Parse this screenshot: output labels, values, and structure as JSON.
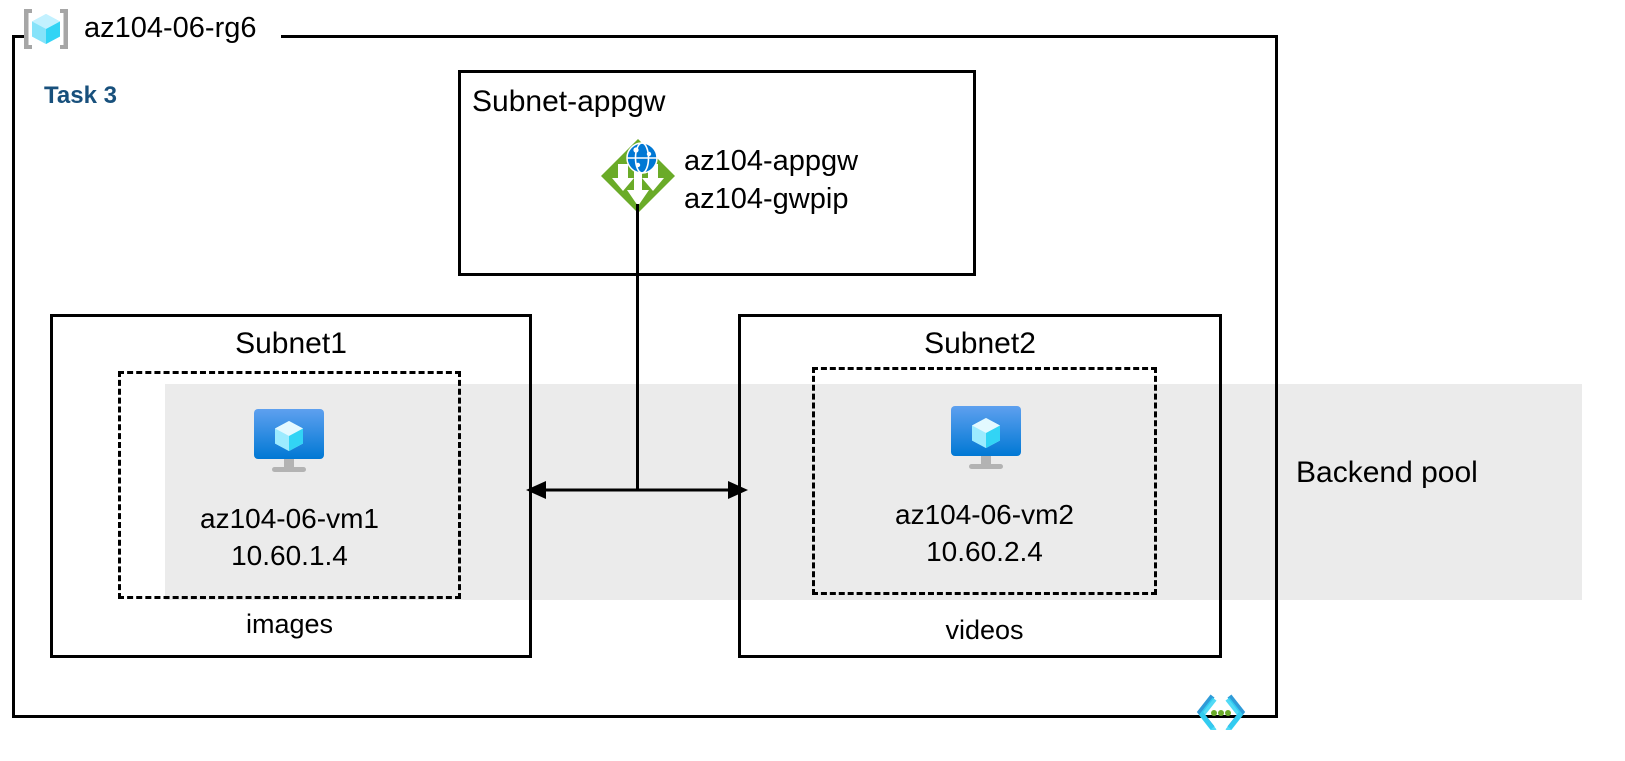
{
  "resource_group": {
    "name": "az104-06-rg6",
    "icon": "resource-group-cube-icon",
    "accent_color": "#50e6ff"
  },
  "task": {
    "label": "Task 3",
    "color": "#18507c"
  },
  "backend_pool": {
    "label": "Backend pool",
    "band_color": "#ebebeb"
  },
  "subnets": [
    {
      "key": "appgw",
      "title": "Subnet-appgw",
      "title_align": "left",
      "resources": [
        {
          "icon": "application-gateway-icon",
          "icon_color": "#59b4d9",
          "diamond_color": "#6aab28",
          "lines": [
            "az104-appgw",
            "az104-gwpip"
          ]
        }
      ]
    },
    {
      "key": "subnet1",
      "title": "Subnet1",
      "title_align": "center",
      "vm": {
        "icon": "virtual-machine-icon",
        "name": "az104-06-vm1",
        "ip": "10.60.1.4"
      },
      "storage_caption": "images"
    },
    {
      "key": "subnet2",
      "title": "Subnet2",
      "title_align": "center",
      "vm": {
        "icon": "virtual-machine-icon",
        "name": "az104-06-vm2",
        "ip": "10.60.2.4"
      },
      "storage_caption": "videos"
    }
  ],
  "connectors": {
    "gateway_to_bus": "vertical-line",
    "vm_bus": "double-headed-arrow"
  },
  "footer": {
    "icon": "code-brackets-icon",
    "icon_color": "#2f9bd8",
    "dot_color": "#6aab28"
  }
}
